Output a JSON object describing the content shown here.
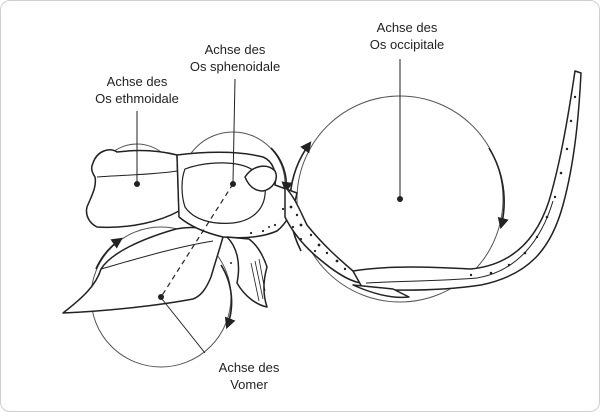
{
  "labels": {
    "occipitale": [
      "Achse des",
      "Os occipitale"
    ],
    "sphenoidale": [
      "Achse des",
      "Os sphenoidale"
    ],
    "ethmoidale": [
      "Achse des",
      "Os ethmoidale"
    ],
    "vomer": [
      "Achse des",
      "Vomer"
    ]
  },
  "colors": {
    "ink": "#222222",
    "thin": "#555555",
    "bg": "#ffffff"
  }
}
